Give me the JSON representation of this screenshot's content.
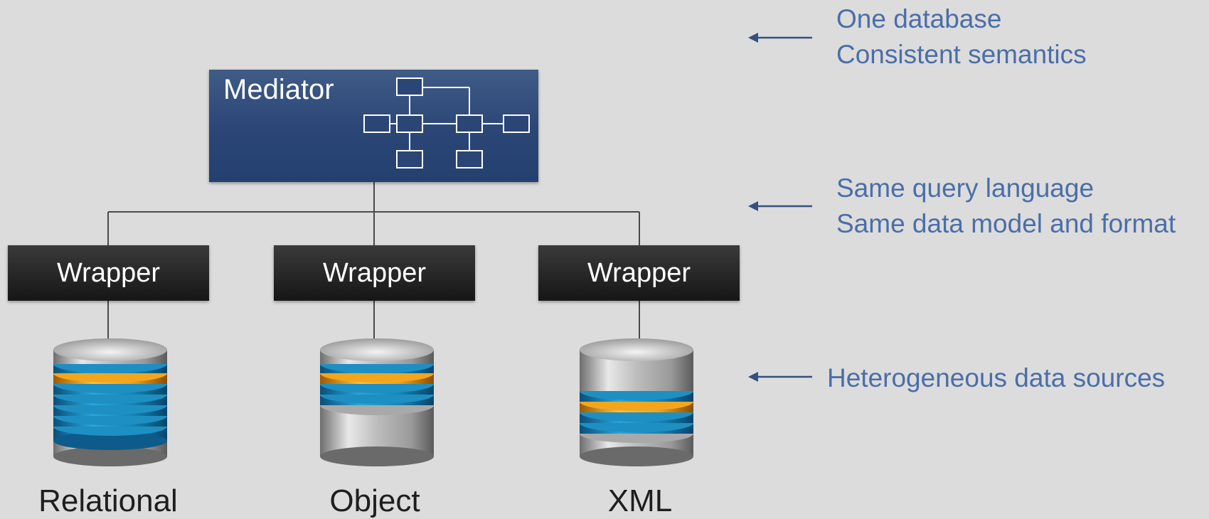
{
  "mediator": {
    "title": "Mediator"
  },
  "wrappers": [
    {
      "label": "Wrapper"
    },
    {
      "label": "Wrapper"
    },
    {
      "label": "Wrapper"
    }
  ],
  "sources": [
    {
      "label": "Relational"
    },
    {
      "label": "Object"
    },
    {
      "label": "XML"
    }
  ],
  "annotations": {
    "mediator": {
      "line1": "One database",
      "line2": "Consistent semantics"
    },
    "wrapper": {
      "line1": "Same query language",
      "line2": "Same data model and format"
    },
    "sources": {
      "line1": "Heterogeneous data sources"
    }
  },
  "colors": {
    "background": "#dcdcdc",
    "mediator": "#2b4676",
    "wrapper": "#1f1f1f",
    "annotation_text": "#4a6ea8",
    "arrow": "#34507f",
    "disk_blue": "#1c8fc0",
    "disk_orange": "#f0a019"
  }
}
